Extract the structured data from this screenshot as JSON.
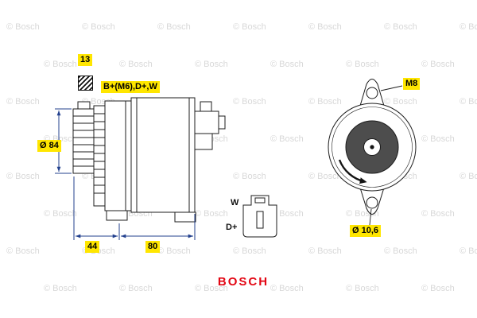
{
  "watermark": {
    "text": "© Bosch"
  },
  "brand": {
    "name": "BOSCH"
  },
  "labels": {
    "key_width": "13",
    "terminals": "B+(M6),D+,W",
    "pulley_diameter": "Ø 84",
    "thread_size": "M8",
    "hole_diameter": "Ø 10,6",
    "dim_front": "44",
    "dim_body": "80",
    "connector_w": "W",
    "connector_dplus": "D+"
  },
  "colors": {
    "highlight": "#ffe600",
    "dimension": "#23418e",
    "line": "#1c1c1c",
    "brand_red": "#e30613",
    "watermark": "#d8d8d8",
    "rotor_fill": "#4d4d4d"
  }
}
